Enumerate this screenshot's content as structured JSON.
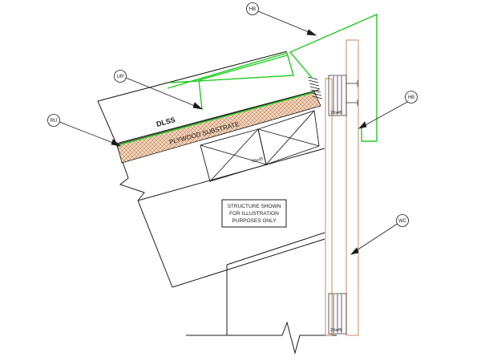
{
  "colors": {
    "line": "#1a1a1a",
    "flashing": "#22cc22",
    "timber": "#cc7a55",
    "substrate_fill": "#f2ddc8",
    "substrate_hatch": "#c8784a",
    "background": "#ffffff"
  },
  "callouts": {
    "hb_top": "HB",
    "hb_right": "HB",
    "ur": "UR",
    "ru": "RU",
    "wc": "WC"
  },
  "labels": {
    "dlss": "DLSS",
    "plywood": "PLYWOOD SUBSTRATE",
    "purlin": "70x45",
    "batten_top": "20x45",
    "batten_bottom": "20x45"
  },
  "note": {
    "line1": "STRUCTURE SHOWN",
    "line2": "FOR ILLUSTRATION",
    "line3": "PURPOSES ONLY"
  }
}
